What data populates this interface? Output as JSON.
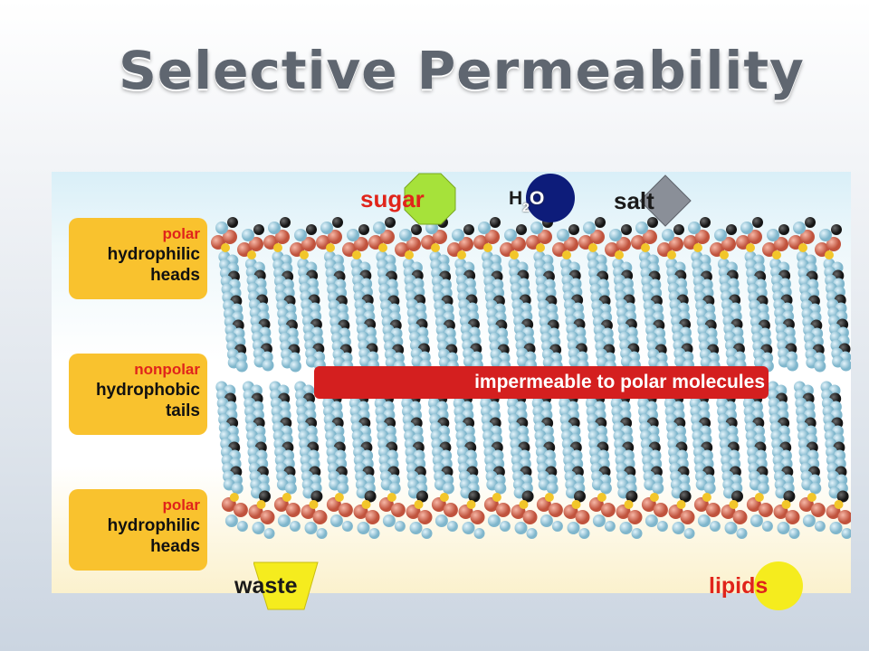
{
  "title": "Selective Permeability",
  "labels": [
    {
      "top_word": "polar",
      "lines": [
        "hydrophilic",
        "heads"
      ]
    },
    {
      "top_word": "nonpolar",
      "lines": [
        "hydrophobic",
        "tails"
      ]
    },
    {
      "top_word": "polar",
      "lines": [
        "hydrophilic",
        "heads"
      ]
    }
  ],
  "molecules": {
    "sugar": "sugar",
    "water_h": "H",
    "water_sub": "2",
    "water_o": "O",
    "salt": "salt",
    "waste": "waste",
    "lipids": "lipids"
  },
  "banner": "impermeable to polar molecules",
  "colors": {
    "accent_red": "#e0241b",
    "label_yellow": "#f9c22e",
    "sugar_green": "#a6e23a",
    "water_navy": "#0d1c7a",
    "salt_gray": "#8a8f98",
    "lipid_yellow": "#f5ec1e"
  }
}
